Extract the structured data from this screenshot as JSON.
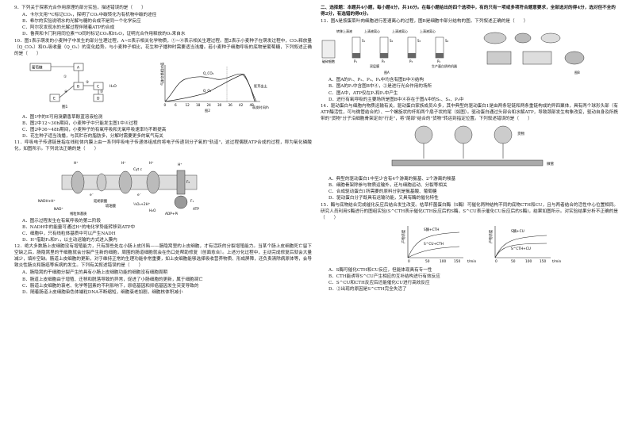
{
  "left": {
    "q9": {
      "stem": "9．下列关于探索光合作用原理的部分实验，描述错误的是（　　）",
      "A": "A．卡尔文用¹⁴C标记CO₂，探明了CO₂中碳转化为有机物中碳的途径",
      "B": "B．希尔的实验说明水的光解与糖的合成不是同一个化学反应",
      "C": "C．阿尔农发现水的光解过程伴随着ATP的合成",
      "D": "D．鲁宾和卡门利用同位素¹⁸O同时标记CO₂和H₂O，证明光合作用释放的O₂来自水"
    },
    "q10": {
      "stem": "10．图1表示萌发的小麦种子中发生的部分生理过程，A~E表示相关化学物质，①~④表示相关生理过程。图2表示小麦种子在萌发过程中，CO₂释放量（Q_CO₂）和O₂吸收量（Q_O₂）的变化趋势。与小麦种子相比，花生种子播种时需要适当浅播。若小麦种子细胞呼吸的底物是葡萄糖，下列叙述正确的是（　　）",
      "fig1_caption": "图1",
      "fig2_caption": "图2",
      "fig1_labels": [
        "葡萄糖",
        "A",
        "B",
        "C",
        "D",
        "E",
        "H₂O",
        "①",
        "②",
        "③",
        "④",
        "酶"
      ],
      "fig2_ylabel": "气体交换相对值",
      "fig2_xlabel": "萌发时间/h",
      "fig2_xticks": [
        "0",
        "6",
        "12",
        "18",
        "24",
        "30",
        "36",
        "42",
        "48"
      ],
      "fig2_series": [
        "Q_CO₂",
        "Q_O₂"
      ],
      "fig2_annotation": "胚芽出土",
      "A": "A．图1中的E可用溴麝香草酚蓝溶液检测",
      "B": "B．图2中12~30h期间，小麦种子中只能发生图1中④过程",
      "C": "C．图2中36~48h期间，小麦种子的有氧呼吸和无氧呼吸速率均不断提高",
      "D": "D．花生种子适当浅播，与其贮存的脂肪多，分解时需要更多的氧气有关"
    },
    "q11": {
      "stem": "11．呼吸电子传递链是指在线粒体内膜上由一系列呼吸电子传递体组成的将电子传递到分子氧的\"轨道\"，这过程偶联ATP合成的过程，称为氧化磷酸化，如图所示。下列说法正确的是（　　）",
      "fig_labels": [
        "H⁺",
        "H⁺",
        "H⁺",
        "Cyt c",
        "e⁻",
        "e⁻",
        "NADH+H⁺",
        "NAD⁺",
        "线粒体基质",
        "½O₂+2H⁺",
        "H₂O",
        "ADP+Pi",
        "ATP",
        "H⁺",
        "F₀",
        "F₁",
        "延胡索酸",
        "琥珀酸"
      ],
      "A": "A．图示过程发生在有氧呼吸的第二阶段",
      "B": "B．NADH中的能量可通过H⁺的电化学势能转移到ATP中",
      "C": "C．细胞中，只有线粒体基质中可以产生NADH",
      "D": "D．H⁺借助F₀和F₁，以主动运输的方式进入膜内"
    },
    "q12": {
      "stem": "12．绝大多数肠上皮细胞没有增殖能力，只有那些处在小肠上皮凹陷——肠隐窝里的上皮细胞，才有活跃的分裂增殖能力。当某个肠上皮细胞死亡留下空缺之后，肠隐窝里的干细胞就会分裂产生新的细胞，周围的肠道细胞就会在伤口处帮助修复（创面愈合）。上述分化过程中，主动完成修复后就会大量减少，填补空缺。肠道上皮细胞的更新，对于维持正常的生理功能非常重要，如上皮细胞能够选择吸收营养物质、形成屏障，还负责清除病原体等，会导致炎性肠炎和肠癌等疾病的发生。下列有关叙述错误的是（　　）",
      "A": "A．肠隐窝的干细胞分裂产生的具有小肠上皮细胞功能的细胞没有细胞周期",
      "B": "B．肠道上皮细胞由于增殖、迁移和脱落导致的异常，促进了小肠细胞的更新，属于细胞凋亡",
      "C": "C．肠道上皮细胞的衰老、化学等因素的不利影响下，原癌基因和抑癌基因发生突变导致的",
      "D": "D．随着肠道上皮细胞染色体端粒DNA不断缩短，细胞衰老加剧，细胞核体积减小"
    }
  },
  "right": {
    "section": "二、选择题：本题共4小题，每小题4分，共16分。在每小题给出的四个选项中，有的只有一项或多项符合题意要求，全部选对的得4分，选对但不全的得2分，有选错的得0分。",
    "q13": {
      "stem": "13．图A是按蛋菜叶肉细胞进行差速离心的过程，图B是细胞中部分结构的图，下列叙述正确的是（　　）",
      "figA_caption": "图A",
      "figB_caption": "图B",
      "figA_labels": [
        "破碎细胞",
        "P₁",
        "S₁",
        "P₂",
        "S₂",
        "P₃",
        "S₃",
        "P₄",
        "S₄",
        "转移上清液",
        "上清液离心",
        "上清液离心",
        "上清液离心",
        "核糖体",
        "双层膜",
        "生产蛋白质的机器"
      ],
      "A": "A．图A的P₁、P₂、P₃、P₄中均含有图B中④结构",
      "B": "B．图A的P₂中含图B中④，②是进行光合作用的场所",
      "C": "C．图A中，ATP仅在P₁和P₂中产生",
      "D": "D．进行有氧呼吸的主要场所是图B中④存在于图A中的S₁、S₂、P₃中"
    },
    "q14": {
      "stem": "14．驱动蛋白与细胞内物质运输有关，驱动蛋白家族成员众多，其中典型的驱动蛋白1是由两条轻链和两条重链构成的异四聚体，具有两个球形头部（有ATP酶活性，可与微管结合的）、一个螺旋状的杆和两个扇子状的尾（如图）。驱动蛋白通过头部合和水解ATP，导致颈部发生构象改变，驱动自身及所携带的\"货物\"分子沿细胞骨架定向\"行走\"，将\"尾部\"结合的\"货物\"转运到指定位置。下列叙述错误的是（　　）",
      "fig_labels": [
        "货物",
        "微管"
      ],
      "A": "A．典型的驱动蛋白1中至少含有4个游离的氨基、2个游离的羧基",
      "B": "B．细胞骨架除参与物质运输外，还与细胞运动、分裂等相关",
      "C": "C．合成驱动蛋白1所需要的原料分别是氨基酸、葡萄糖",
      "D": "D．驱动蛋白分子既具有运输功能，又具有酶的催化特性"
    },
    "q15": {
      "stem": "15．酶与底物结合完成催化反应后结合发生改变。枯草杆菌蛋白酶（S酶）可催化两种结构不同的底物CTH和CU，且与两者结合的活性中心位置相同。研究人员利用S酶进行的图组实验(S^CTH表示催化CTH反应后的S酶，S^CU表示催化CU反应后的S酶)，结果如图所示。对实验结果分析不正确的是（　　）",
      "fig1_ylabel": "产物浓度",
      "fig1_curves": [
        "S酶+CTH",
        "S^CU+CTH"
      ],
      "fig2_ylabel": "产物浓度",
      "fig2_curves": [
        "S酶+CU",
        "S^CTH+CU"
      ],
      "xlabel": "t/min",
      "xticks": [
        "0",
        "50",
        "100",
        "150"
      ],
      "A": "A．S酶可催化CTH和CU反应，但能体现具有专一性",
      "B": "B．CTH能诱导S^CU产生相应的互补结构进行有效反应",
      "C": "C．S^CU和CTH反应后还能催化CU进行高效反应",
      "D": "D．②出现的原因是S^CTH完全失活了"
    }
  }
}
